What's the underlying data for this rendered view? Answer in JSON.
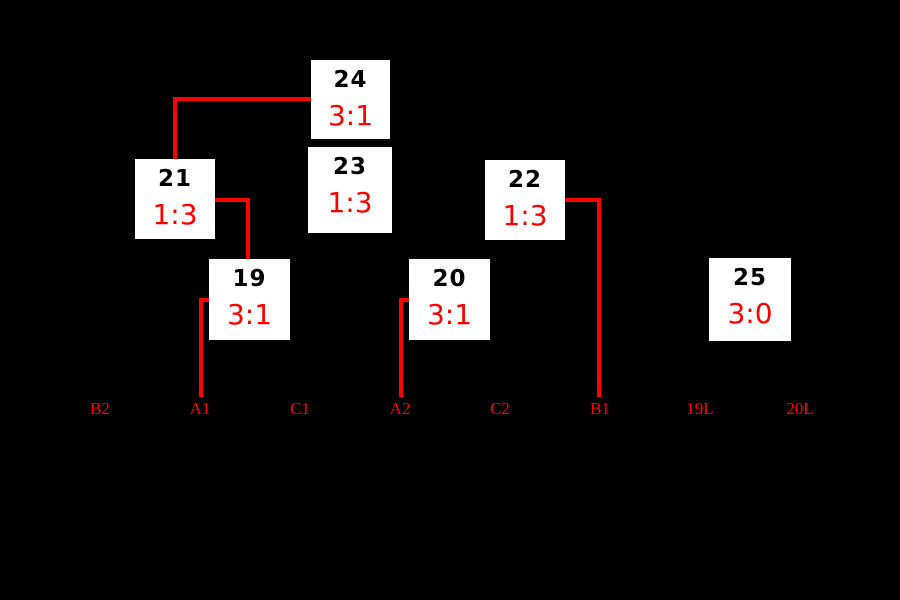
{
  "diagram": {
    "type": "tournament-bracket",
    "background_color": "#000000",
    "box_color": "#ffffff",
    "line_color": "#ff0000",
    "match_number_color": "#000000",
    "score_color": "#ff0000",
    "label_color": "#ff0000"
  },
  "matches": [
    {
      "number": "19",
      "score": "3:1"
    },
    {
      "number": "20",
      "score": "3:1"
    },
    {
      "number": "21",
      "score": "1:3"
    },
    {
      "number": "22",
      "score": "1:3"
    },
    {
      "number": "23",
      "score": "1:3"
    },
    {
      "number": "24",
      "score": "3:1"
    },
    {
      "number": "25",
      "score": "3:0"
    }
  ],
  "seed_labels": [
    {
      "label": "B2"
    },
    {
      "label": "A1"
    },
    {
      "label": "C1"
    },
    {
      "label": "A2"
    },
    {
      "label": "C2"
    },
    {
      "label": "B1"
    },
    {
      "label": "19L"
    },
    {
      "label": "20L"
    }
  ],
  "connections": [
    {
      "from": "A1",
      "to": "19"
    },
    {
      "from": "A2",
      "to": "20"
    },
    {
      "from": "19",
      "to": "21"
    },
    {
      "from": "B1",
      "to": "22"
    },
    {
      "from": "21",
      "to": "24"
    }
  ]
}
